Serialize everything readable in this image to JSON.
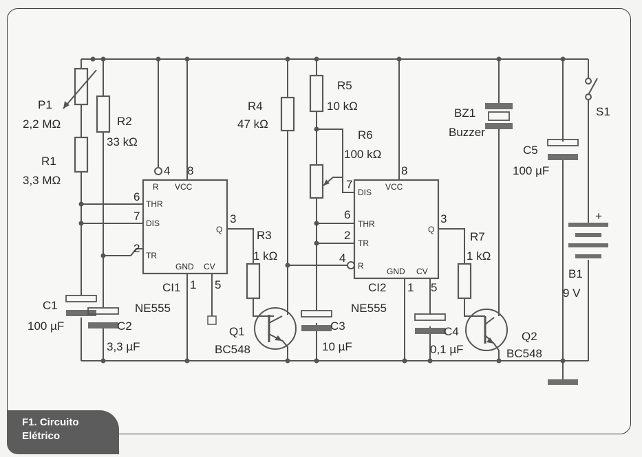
{
  "labels": {
    "p1": "P1",
    "p1_val": "2,2 MΩ",
    "r1": "R1",
    "r1_val": "3,3 MΩ",
    "r2": "R2",
    "r2_val": "33 kΩ",
    "r3": "R3",
    "r3_val": "1 kΩ",
    "r4": "R4",
    "r4_val": "47 kΩ",
    "r5": "R5",
    "r5_val": "10 kΩ",
    "r6": "R6",
    "r6_val": "100 kΩ",
    "r7": "R7",
    "r7_val": "1 kΩ",
    "c1": "C1",
    "c1_val": "100 µF",
    "c2": "C2",
    "c2_val": "3,3 µF",
    "c3": "C3",
    "c3_val": "10 µF",
    "c4": "C4",
    "c4_val": "0,1 µF",
    "c5": "C5",
    "c5_val": "100 µF",
    "ci1": "CI1",
    "ci1_part": "NE555",
    "ci2": "CI2",
    "ci2_part": "NE555",
    "q1": "Q1",
    "q1_part": "BC548",
    "q2": "Q2",
    "q2_part": "BC548",
    "bz1": "BZ1",
    "bz1_name": "Buzzer",
    "s1": "S1",
    "b1": "B1",
    "b1_val": "9 V",
    "plus": "+"
  },
  "ic_pins": {
    "r": "R",
    "vcc": "VCC",
    "thr": "THR",
    "dis": "DIS",
    "tr": "TR",
    "q": "Q",
    "gnd": "GND",
    "cv": "CV"
  },
  "pin_numbers": {
    "ci1": [
      "4",
      "8",
      "6",
      "7",
      "2",
      "3",
      "1",
      "5"
    ],
    "ci2": [
      "7",
      "8",
      "6",
      "2",
      "4",
      "3",
      "1",
      "5"
    ]
  },
  "caption": {
    "line1": "F1. Circuito",
    "line2": "Elétrico"
  }
}
